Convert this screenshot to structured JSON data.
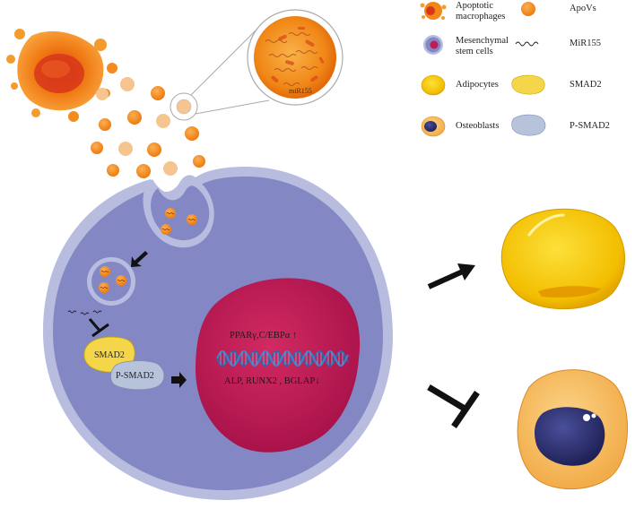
{
  "legend": {
    "apoptotic_macrophages": "Apoptotic\nmacrophages",
    "apovs": "ApoVs",
    "msc": "Mesenchymal\nstem cells",
    "mir155": "MiR155",
    "adipocytes": "Adipocytes",
    "smad2": "SMAD2",
    "osteoblasts": "Osteoblasts",
    "psmad2": "P-SMAD2"
  },
  "labels": {
    "zoom_mir": "miR155",
    "smad2": "SMAD2",
    "psmad2": "P-SMAD2",
    "up_genes": "PPARγ,C/EBPα ↑",
    "down_genes": "ALP, RUNX2 , BGLAP↓"
  },
  "colors": {
    "apov_orange": "#f07f12",
    "apov_pale": "#f6c48e",
    "msc_body": "#8388c4",
    "msc_rim": "#b8bde0",
    "nucleus": "#c01c54",
    "adipocyte": "#f3c500",
    "osteoblast": "#f7c26a",
    "osteo_nucleus": "#2b2f6f",
    "dna": "#2f66a8",
    "psmad2": "#b6c3da"
  }
}
